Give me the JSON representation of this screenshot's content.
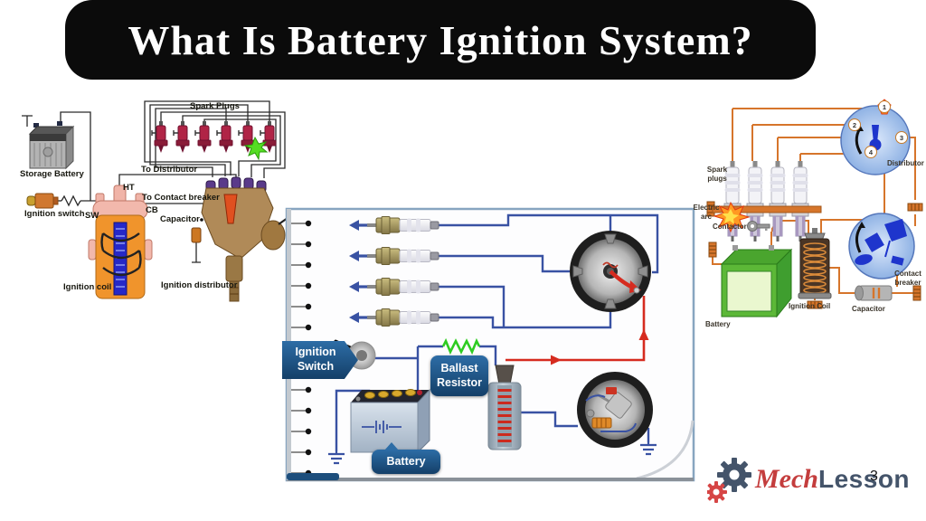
{
  "title": "What Is Battery Ignition System?",
  "page_number": "3",
  "colors": {
    "banner_bg": "#0b0b0b",
    "banner_text": "#ffffff",
    "badge_blue": "#1d517e",
    "wire_blue": "#3952a3",
    "wire_red": "#d62b1f",
    "wire_orange": "#d6752b",
    "wire_black": "#2a2a2a",
    "resistor_green": "#2ecc22",
    "spark_green": "#55dd22",
    "coil_orange": "#f0942c",
    "coil_pink": "#f2b8ac",
    "coil_core_blue": "#2628c8",
    "plug_maroon": "#b02446",
    "distributor_brown": "#b08a58",
    "cap_purple": "#5a3a8a",
    "battery_green": "#52b335",
    "circle_blue": "#aecdf2",
    "component_blue": "#1e35cc",
    "logo_red": "#c43d3d",
    "logo_navy": "#44546a"
  },
  "left_diagram": {
    "labels": {
      "spark_plugs": "Spark Plugs",
      "storage_battery": "Storage Battery",
      "to_distributor": "To Distributor",
      "ht": "HT",
      "to_contact_breaker": "To Contact breaker",
      "cb": "CB",
      "sw": "SW",
      "ignition_switch": "Ignition switch",
      "capacitor": "Capacitor",
      "ignition_coil": "Ignition coil",
      "ignition_distributor": "Ignition distributor"
    }
  },
  "center_diagram": {
    "labels": {
      "ignition_switch": "Ignition Switch",
      "ballast_resistor": "Ballast Resistor",
      "battery": "Battery"
    }
  },
  "right_diagram": {
    "labels": {
      "spark_plugs": "Spark plugs",
      "electric_arc": "Electric arc",
      "contactor": "Contactor",
      "battery": "Battery",
      "ignition_coil": "Ignition Coil",
      "distributor": "Distributor",
      "contact_breaker": "Contact breaker",
      "capacitor": "Capacitor"
    },
    "terminal_numbers": [
      "1",
      "2",
      "3",
      "4"
    ]
  },
  "logo": {
    "mech": "Mech",
    "lesson": "Lesson"
  }
}
